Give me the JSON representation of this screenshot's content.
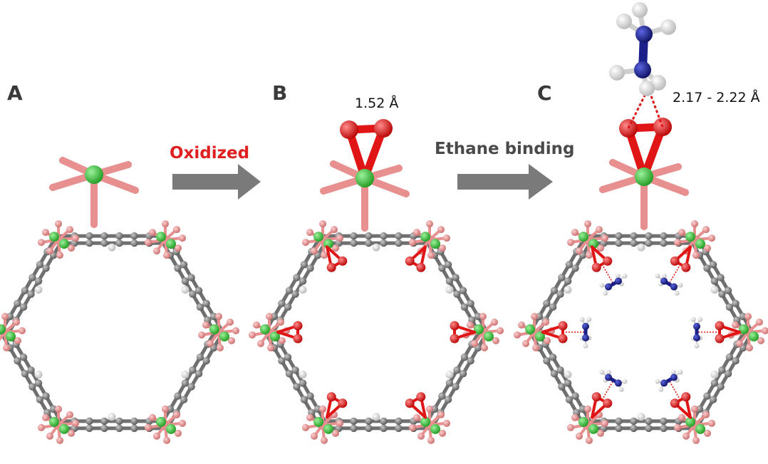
{
  "panels": [
    {
      "label": "A"
    },
    {
      "label": "B",
      "distance": "1.52 Å"
    },
    {
      "label": "C",
      "distance": "2.17 - 2.22 Å"
    }
  ],
  "steps": [
    {
      "label": "Oxidized",
      "color": "#e02020"
    },
    {
      "label": "Ethane binding",
      "color": "#4a4a4a"
    }
  ],
  "colors": {
    "metal": "#3cc23c",
    "linker_oxygen": "#e89090",
    "carbon": "#7a7a7a",
    "hydrogen": "#f4f4f4",
    "peroxo_oxygen": "#e01515",
    "ethane_carbon": "#1a1f8a",
    "arrow": "#7a7a7a",
    "contact_line": "#e01515"
  }
}
